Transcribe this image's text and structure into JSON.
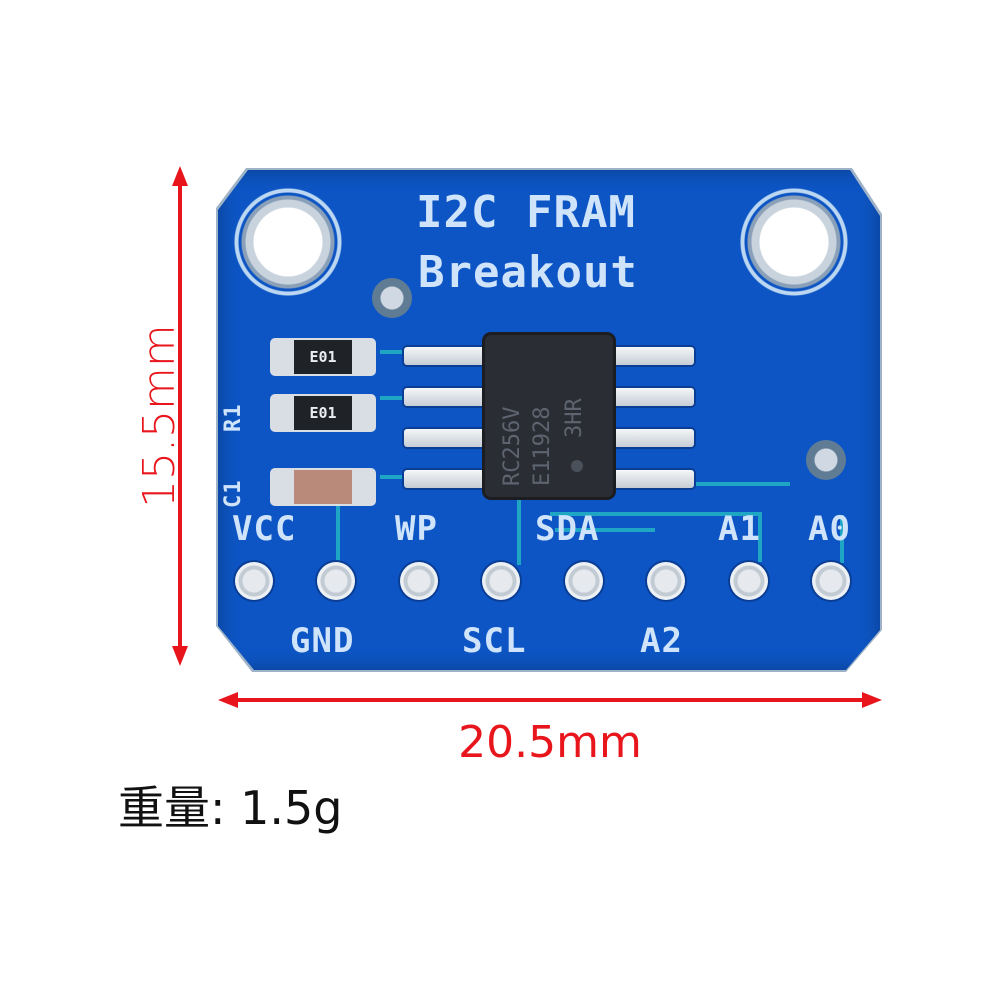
{
  "product": {
    "board_title_line1": "I2C FRAM",
    "board_title_line2": "Breakout",
    "chip_marking": [
      "RC256V",
      "E11928",
      "3HR"
    ],
    "resistor_markings": [
      "E01",
      "E01"
    ],
    "component_labels": [
      "R1",
      "C1"
    ],
    "pins_top": [
      "VCC",
      "WP",
      "SDA",
      "A1",
      "A0"
    ],
    "pins_bottom": [
      "GND",
      "SCL",
      "A2"
    ]
  },
  "dimensions": {
    "height": "15.5mm",
    "width": "20.5mm"
  },
  "weight": {
    "label": "重量: 1.5g"
  },
  "colors": {
    "board": "#0d55c4",
    "dimension": "#e8161c",
    "silkscreen": "#cfe4fb",
    "trace": "#1fa6c4"
  }
}
